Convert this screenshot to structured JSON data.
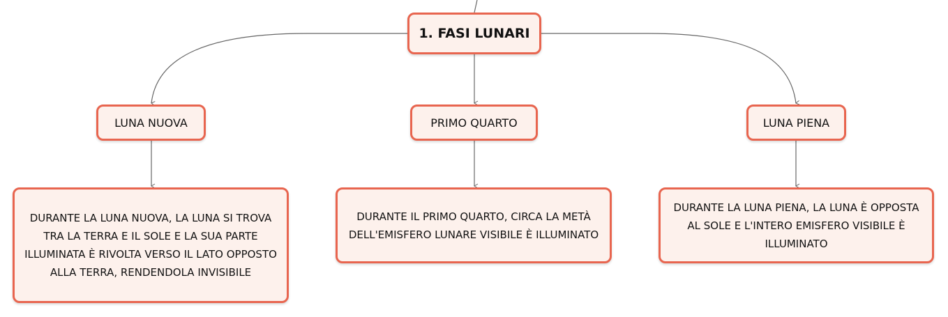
{
  "root": {
    "title": "1. FASI LUNARI"
  },
  "phases": [
    {
      "label": "LUNA NUOVA",
      "description": "DURANTE LA LUNA NUOVA, LA LUNA SI TROVA TRA LA TERRA E IL SOLE E LA SUA PARTE ILLUMINATA È RIVOLTA VERSO IL LATO OPPOSTO ALLA TERRA, RENDENDOLA INVISIBILE"
    },
    {
      "label": "PRIMO QUARTO",
      "description": "DURANTE IL PRIMO QUARTO, CIRCA LA METÀ DELL'EMISFERO LUNARE VISIBILE È ILLUMINATO"
    },
    {
      "label": "LUNA PIENA",
      "description": "DURANTE LA LUNA PIENA, LA LUNA È OPPOSTA AL SOLE E L'INTERO EMISFERO VISIBILE È ILLUMINATO"
    }
  ],
  "colors": {
    "node_border": "#e8654f",
    "node_fill": "#fdf1ec",
    "connector": "#666666"
  }
}
